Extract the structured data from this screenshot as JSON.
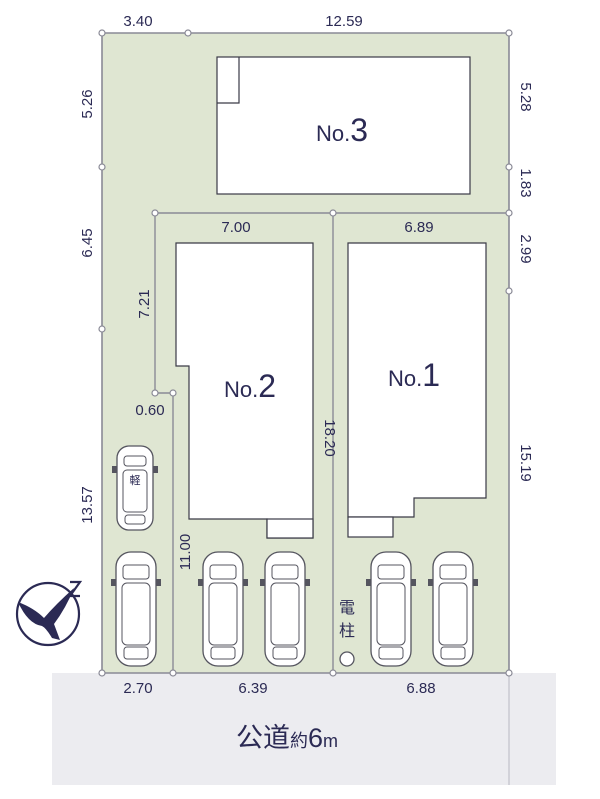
{
  "colors": {
    "lot_fill": "#dfe6d2",
    "boundary": "#8a8a96",
    "house_fill": "#ffffff",
    "house_stroke": "#3a3a46",
    "text": "#2b2a54",
    "road_fill": "#ececf0"
  },
  "lots": {
    "lot1": {
      "label_prefix": "No.",
      "label_num": "1"
    },
    "lot2": {
      "label_prefix": "No.",
      "label_num": "2"
    },
    "lot3": {
      "label_prefix": "No.",
      "label_num": "3"
    }
  },
  "dimensions": {
    "top_left": "3.40",
    "top_right": "12.59",
    "left_upper": "5.26",
    "left_mid": "6.45",
    "left_lower": "13.57",
    "right_upper": "5.28",
    "right_mid": "1.83",
    "right_short": "2.99",
    "right_lower": "15.19",
    "lot2_top": "7.00",
    "lot1_top": "6.89",
    "lot2_left": "7.21",
    "step": "0.60",
    "lot2_right": "18.20",
    "lot2_left_lower": "11.00",
    "bottom_left": "2.70",
    "bottom_mid": "6.39",
    "bottom_right": "6.88"
  },
  "pole": {
    "line1": "電",
    "line2": "柱"
  },
  "kei_label": "軽",
  "road": {
    "main": "公道",
    "small": "約",
    "width": "6",
    "unit": "m"
  },
  "compass_icon": "north-arrow-icon"
}
